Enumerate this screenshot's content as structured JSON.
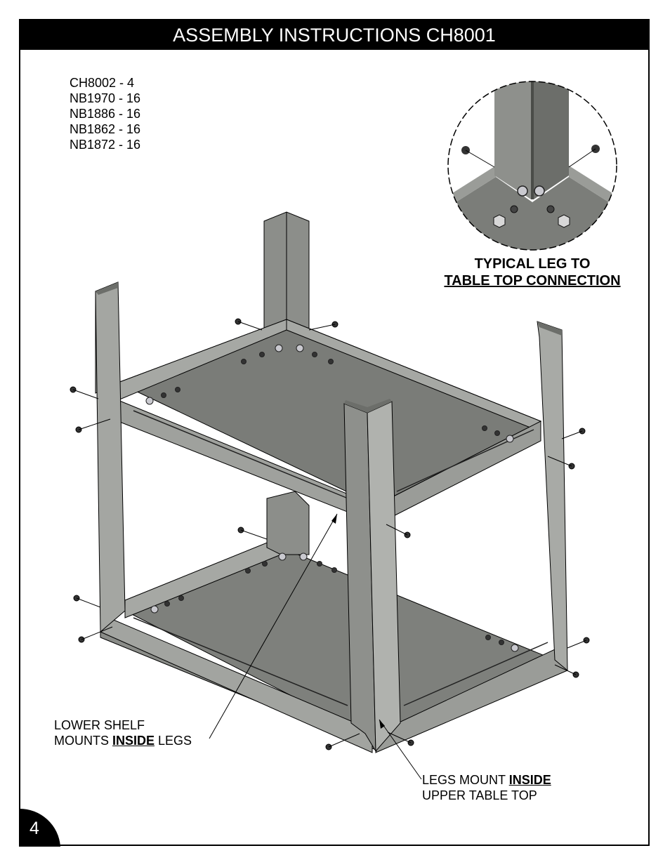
{
  "header": {
    "title": "ASSEMBLY INSTRUCTIONS CH8001"
  },
  "parts_list": [
    "CH8002 - 4",
    "NB1970 - 16",
    "NB1886 - 16",
    "NB1862 - 16",
    "NB1872 - 16"
  ],
  "detail": {
    "caption_line1": "TYPICAL LEG TO",
    "caption_line2": "TABLE TOP CONNECTION"
  },
  "callouts": {
    "lower_shelf": {
      "line1": "LOWER SHELF",
      "line2_pre": "MOUNTS ",
      "line2_emph": "INSIDE",
      "line2_post": " LEGS"
    },
    "legs_mount": {
      "line1_pre": "LEGS MOUNT ",
      "line1_emph": "INSIDE",
      "line2": "UPPER TABLE TOP"
    }
  },
  "footer": {
    "page_number": "4"
  },
  "colors": {
    "steel_light": "#a8aaa6",
    "steel_mid": "#8a8c88",
    "steel_dark": "#6f716d",
    "ink": "#000000"
  }
}
